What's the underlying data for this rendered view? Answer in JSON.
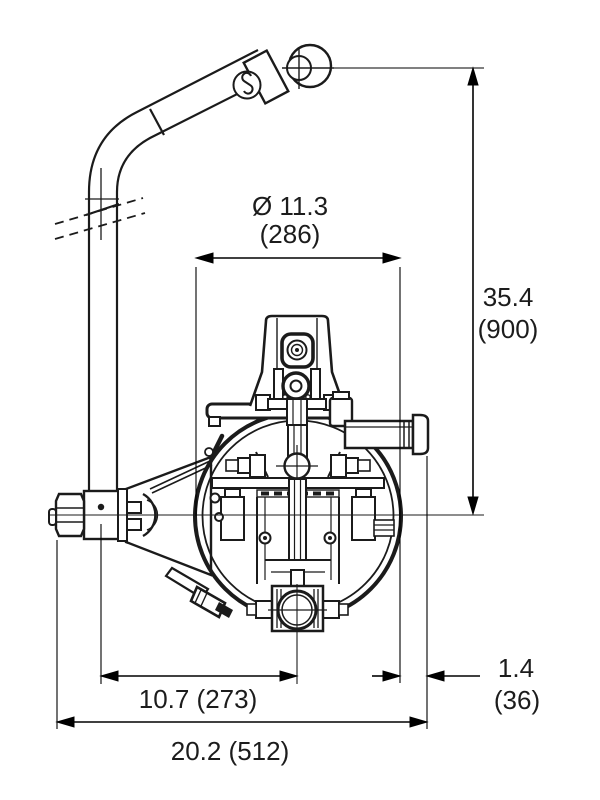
{
  "figure": {
    "description": "Technical dimension drawing of a manual diaphragm pump with long curved operating handle (front view)",
    "style": {
      "line_color": "#1b1b1b",
      "dimension_color": "#000000",
      "background": "#ffffff"
    }
  },
  "dimensions": {
    "diameter": {
      "value": "Ø 11.3",
      "metric": "(286)"
    },
    "height": {
      "value": "35.4",
      "metric": "(900)"
    },
    "width_inner": {
      "value": "10.7 (273)"
    },
    "offset": {
      "value": "1.4",
      "metric": "(36)"
    },
    "width_overall": {
      "value": "20.2 (512)"
    }
  }
}
